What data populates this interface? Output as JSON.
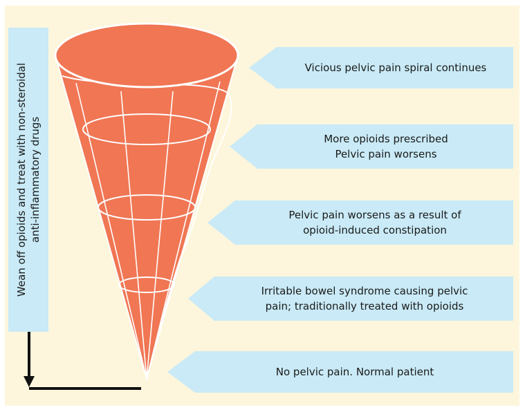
{
  "colors": {
    "background": "#fdf6dc",
    "cone_fill": "#f07654",
    "callout_fill": "#c9eaf6",
    "arrow": "#111111"
  },
  "side_label": {
    "line1": "Wean off opioids and treat with non-steroidal",
    "line2": "anti-inflammatory drugs"
  },
  "callouts": [
    {
      "lines": [
        "Vicious pelvic pain spiral continues"
      ]
    },
    {
      "lines": [
        "More opioids prescribed",
        "Pelvic pain worsens"
      ]
    },
    {
      "lines": [
        "Pelvic pain worsens as a result of",
        "opioid-induced constipation"
      ]
    },
    {
      "lines": [
        "Irritable bowel syndrome causing pelvic",
        "pain; traditionally treated with opioids"
      ]
    },
    {
      "lines": [
        "No pelvic pain. Normal patient"
      ]
    }
  ]
}
